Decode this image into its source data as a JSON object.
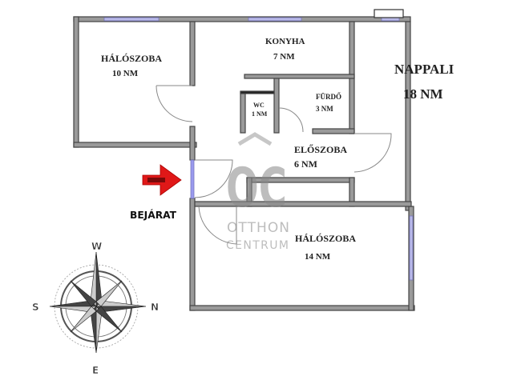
{
  "rooms": {
    "bedroom1": {
      "name": "HÁLÓSZOBA",
      "area": "10 NM"
    },
    "kitchen": {
      "name": "KONYHA",
      "area": "7 NM"
    },
    "living": {
      "name": "NAPPALI",
      "area": "18 NM"
    },
    "wc": {
      "name": "WC",
      "area": "1 NM"
    },
    "bath": {
      "name": "FÜRDŐ",
      "area": "3 NM"
    },
    "hall": {
      "name": "ELŐSZOBA",
      "area": "6 NM"
    },
    "bedroom2": {
      "name": "HÁLÓSZOBA",
      "area": "14 NM"
    }
  },
  "entrance": {
    "label": "BEJÁRAT",
    "arrow_color": "#e01818"
  },
  "compass": {
    "north": "N",
    "south": "S",
    "east": "E",
    "west": "W"
  },
  "watermark": {
    "logo": "OC",
    "line1": "OTTHON",
    "line2": "CENTRUM"
  },
  "colors": {
    "wall": "#9a9a9a",
    "window": "#b9b9e8"
  }
}
